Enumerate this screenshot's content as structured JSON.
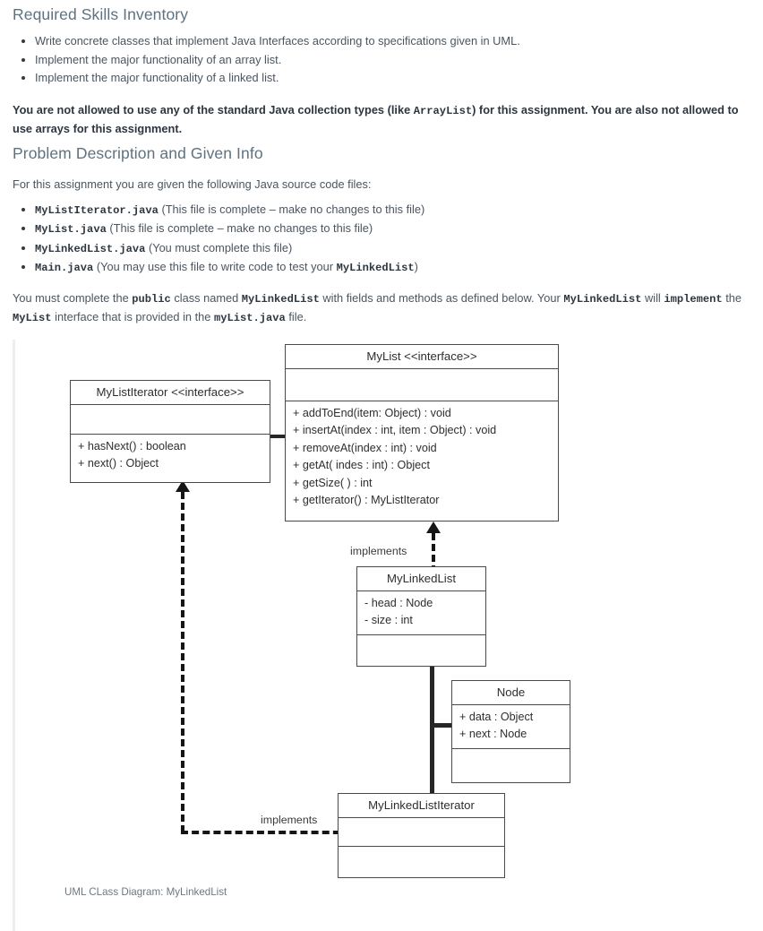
{
  "document": {
    "sections": [
      {
        "heading": "Required Skills Inventory",
        "bullets": [
          "Write concrete classes that implement Java Interfaces according to specifications given in UML.",
          "Implement the major functionality of an array list.",
          "Implement the major functionality of a linked list."
        ],
        "warning_parts": [
          {
            "text": "You are not allowed to use any of the standard Java collection types (like ",
            "style": "bold"
          },
          {
            "text": "ArrayList",
            "style": "mono-bold"
          },
          {
            "text": ") for this assignment. You are also not allowed to use arrays for this assignment.",
            "style": "bold"
          }
        ]
      },
      {
        "heading": "Problem Description and Given Info",
        "intro": "For this assignment you are given the following Java source code files:",
        "files": [
          {
            "name": "MyListIterator.java",
            "note": " (This file is complete – make no changes to this file)"
          },
          {
            "name": "MyList.java",
            "note": " (This file is complete – make no changes to this file)"
          },
          {
            "name": "MyLinkedList.java",
            "note": " (You must complete this file)"
          },
          {
            "name": "Main.java",
            "note_before": " (You may use this file to write code to test your ",
            "note_mono": "MyLinkedList",
            "note_after": ")"
          }
        ],
        "closing": {
          "p1": "You must complete the ",
          "m1": "public",
          "p2": " class named ",
          "m2": "MyLinkedList",
          "p3": " with fields and methods as defined below. Your ",
          "m3": "MyLinkedList",
          "p4": " will ",
          "m4": "implement",
          "p5": " the ",
          "m5": "MyList",
          "p6": " interface that is provided in the ",
          "m6": "myList.java",
          "p7": " file."
        }
      }
    ]
  },
  "diagram": {
    "caption": "UML CLass Diagram: MyLinkedList",
    "relation_label_top": "implements",
    "relation_label_bottom": "implements",
    "classes": {
      "mylist": {
        "title": "MyList <<interface>>",
        "fields": "",
        "methods": [
          "+ addToEnd(item: Object) : void",
          "+ insertAt(index : int, item : Object) : void",
          "+ removeAt(index : int) : void",
          "+ getAt( indes : int) : Object",
          "+ getSize( ) : int",
          "+ getIterator() : MyListIterator"
        ]
      },
      "mylistiterator": {
        "title": "MyListIterator <<interface>>",
        "fields": "",
        "methods": [
          "+ hasNext() : boolean",
          "+ next() : Object"
        ]
      },
      "mylinkedlist": {
        "title": "MyLinkedList",
        "fields": [
          "- head : Node",
          "- size : int"
        ],
        "methods": []
      },
      "node": {
        "title": "Node",
        "fields": [
          "+ data : Object",
          "+ next : Node"
        ],
        "methods": []
      },
      "mylinkedlistiterator": {
        "title": "MyLinkedListIterator",
        "fields": [],
        "methods": []
      }
    }
  },
  "colors": {
    "heading": "#5f7280",
    "body": "#4a5560",
    "diagram_line": "#4a4a4a",
    "connector": "#151515"
  }
}
